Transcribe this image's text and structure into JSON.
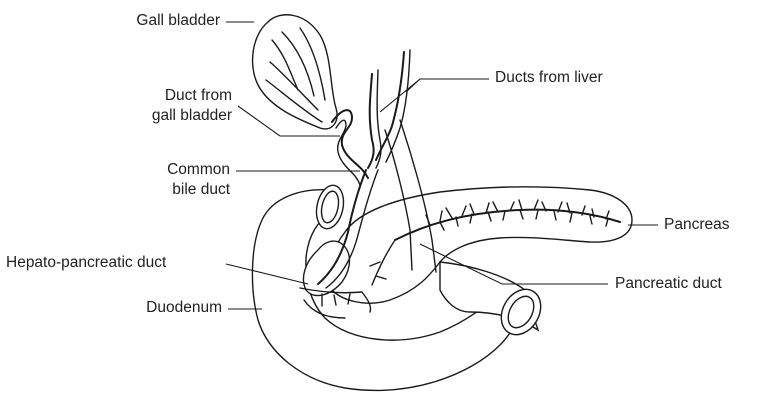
{
  "labels": {
    "gall_bladder": "Gall bladder",
    "ducts_from_liver": "Ducts from liver",
    "duct_from_gall_bladder_line1": "Duct from",
    "duct_from_gall_bladder_line2": "gall bladder",
    "common_bile_duct_line1": "Common",
    "common_bile_duct_line2": "bile duct",
    "pancreas": "Pancreas",
    "hepato_pancreatic_duct": "Hepato-pancreatic duct",
    "pancreatic_duct": "Pancreatic duct",
    "duodenum": "Duodenum"
  },
  "colors": {
    "line": "#1a1a1a",
    "text": "#222222",
    "background": "#ffffff"
  }
}
